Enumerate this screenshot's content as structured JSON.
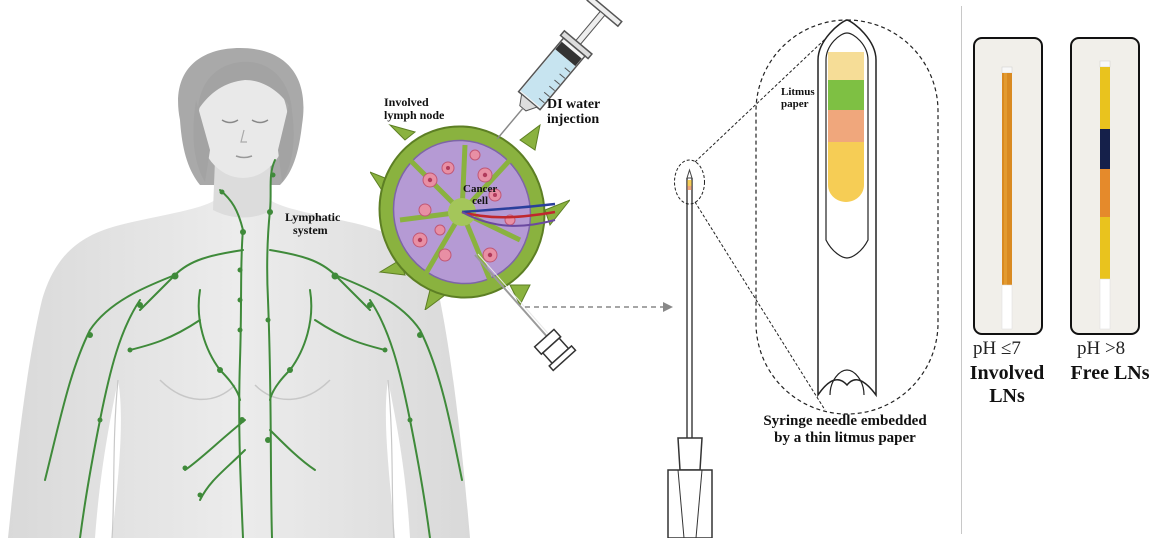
{
  "labels": {
    "involved_lymph_node_line1": "Involved",
    "involved_lymph_node_line2": "lymph node",
    "di_water_line1": "DI water",
    "di_water_line2": "injection",
    "cancer_line1": "Cancer",
    "cancer_line2": "cell",
    "lymphatic_line1": "Lymphatic",
    "lymphatic_line2": "system",
    "litmus_line1": "Litmus",
    "litmus_line2": "paper",
    "caption_line1": "Syringe needle embedded",
    "caption_line2": "by a thin litmus paper"
  },
  "results": [
    {
      "ph": "pH ≤7",
      "label_line1": "Involved",
      "label_line2": "LNs"
    },
    {
      "ph": "pH >8",
      "label_line1": "Free LNs",
      "label_line2": ""
    }
  ],
  "colors": {
    "skin": "#e4e4e4",
    "hair": "#a7a7a7",
    "lymph": "#3f8a3a",
    "node_green": "#8ab23f",
    "node_purple": "#b59ad4",
    "cancer_pink": "#e88fa4",
    "litmus_yellow": "#f6dd97",
    "litmus_green": "#7ec043",
    "litmus_salmon": "#f0a77c",
    "litmus_gold": "#f6cd55",
    "strip_orange": "#d98a22",
    "strip_yellow": "#e9c31e",
    "strip_navy": "#15204a"
  },
  "icons": [
    "human-body-icon",
    "syringe-icon",
    "lymph-node-icon",
    "needle-icon"
  ]
}
